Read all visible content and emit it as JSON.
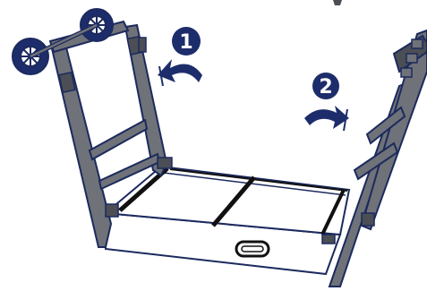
{
  "steps": [
    {
      "number": "1"
    },
    {
      "number": "2"
    }
  ],
  "colors": {
    "frame_gray": "#6f7278",
    "frame_dark": "#4b4e54",
    "outline_navy": "#1c2a5e",
    "fill_navy": "#1d2d6b",
    "background": "#ffffff"
  },
  "icons": {
    "step_1_arrow": "curved-arrow-left",
    "step_2_arrow": "curved-arrow-right",
    "wheel": "wheel"
  }
}
